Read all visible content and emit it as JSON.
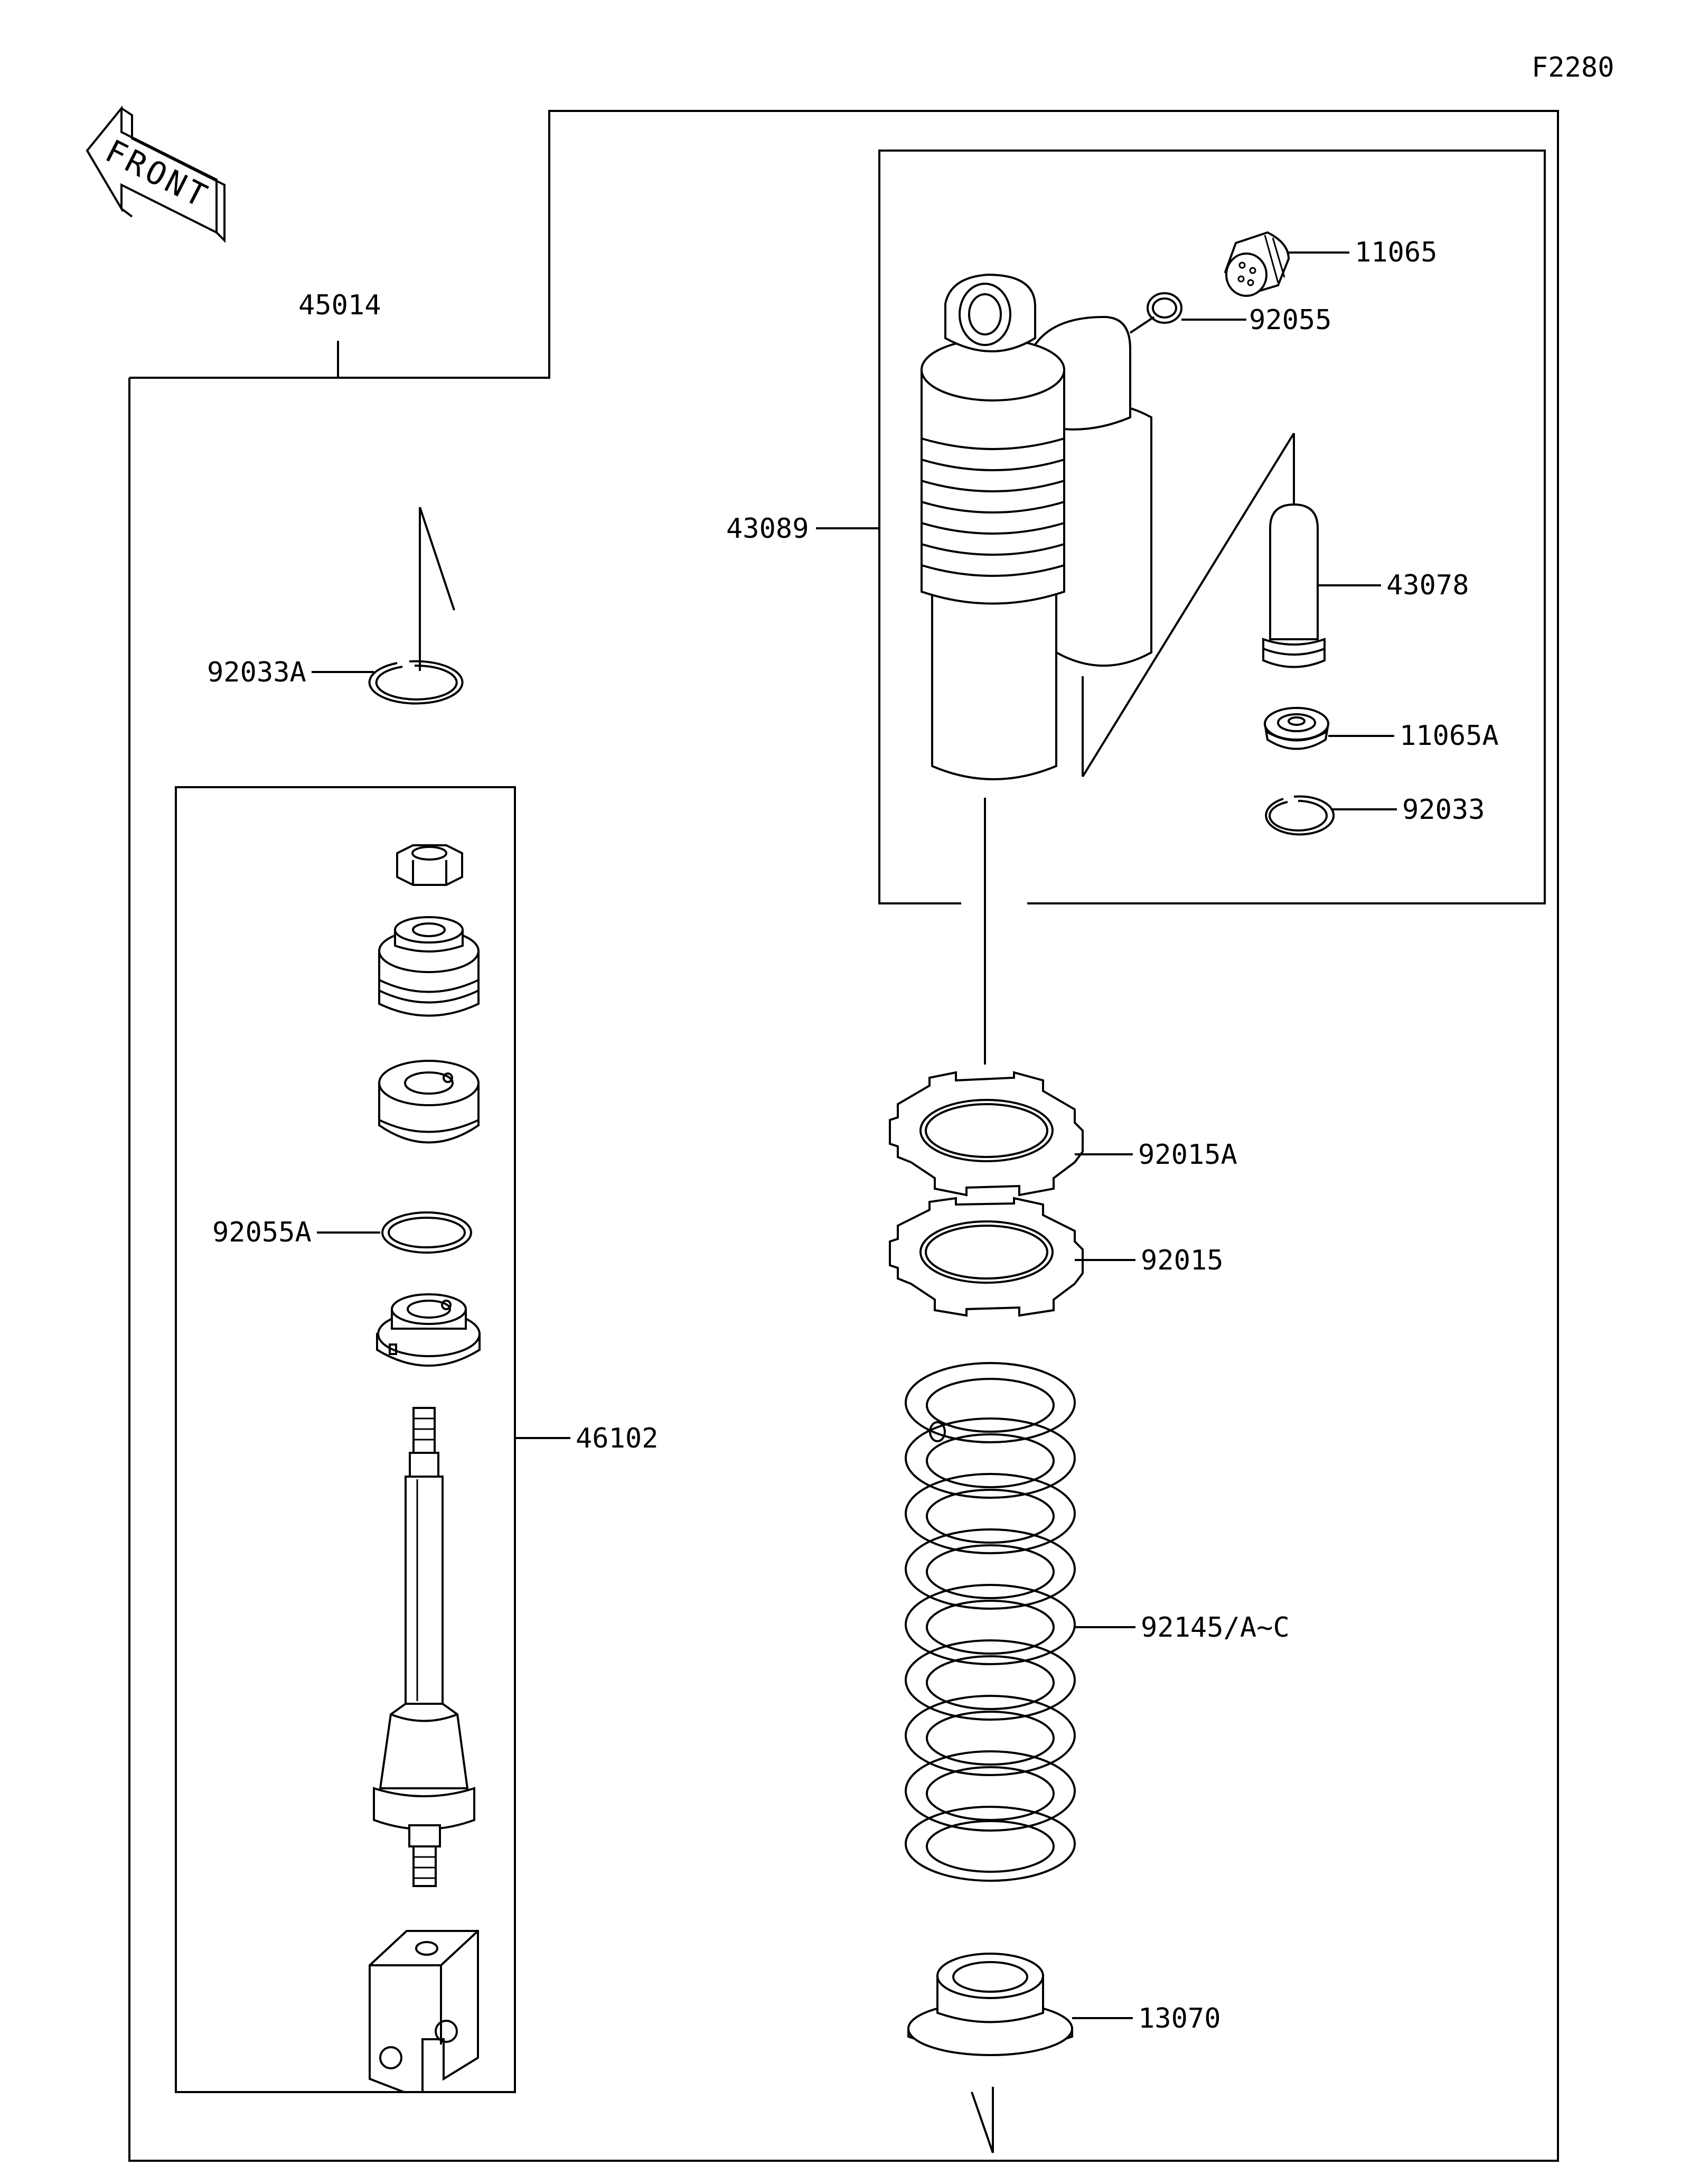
{
  "diagram_id": "F2280",
  "front_label": "FRONT",
  "colors": {
    "line": "#000000",
    "background": "#ffffff"
  },
  "parts": {
    "p45014": "45014",
    "p92033A": "92033A",
    "p46102": "46102",
    "p92055A": "92055A",
    "p43089": "43089",
    "p11065": "11065",
    "p92055": "92055",
    "p43078": "43078",
    "p11065A": "11065A",
    "p92033": "92033",
    "p92015A": "92015A",
    "p92015": "92015",
    "p92145": "92145/A~C",
    "p13070": "13070"
  }
}
